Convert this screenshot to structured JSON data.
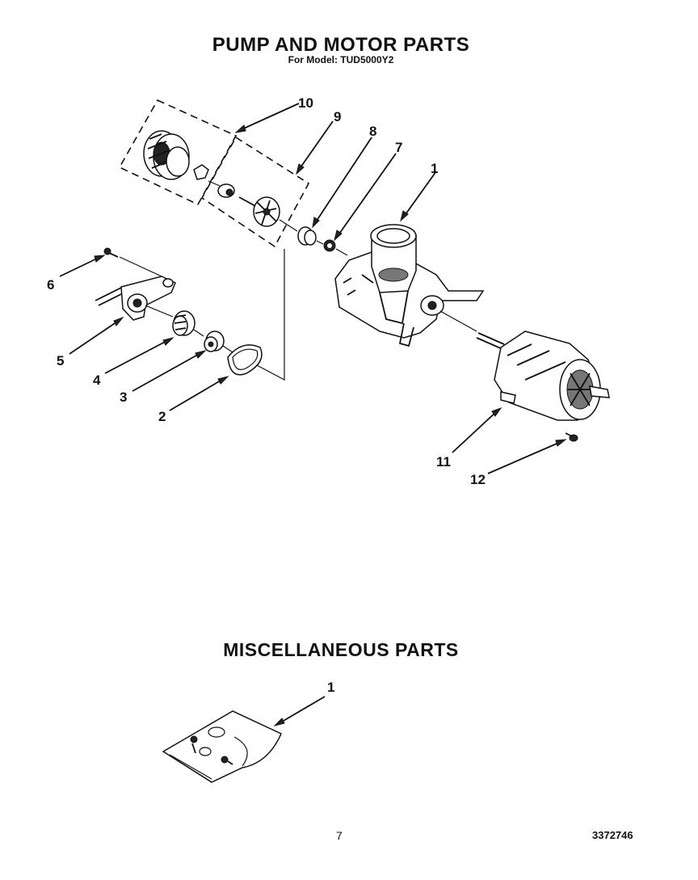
{
  "header": {
    "title": "PUMP AND MOTOR PARTS",
    "model_line": "For Model: TUD5000Y2"
  },
  "pump_callouts": [
    "1",
    "2",
    "3",
    "4",
    "5",
    "6",
    "7",
    "8",
    "9",
    "10",
    "11",
    "12"
  ],
  "misc": {
    "title": "MISCELLANEOUS PARTS",
    "callouts": [
      "1"
    ]
  },
  "footer": {
    "page_number": "7",
    "document_number": "3372746"
  }
}
